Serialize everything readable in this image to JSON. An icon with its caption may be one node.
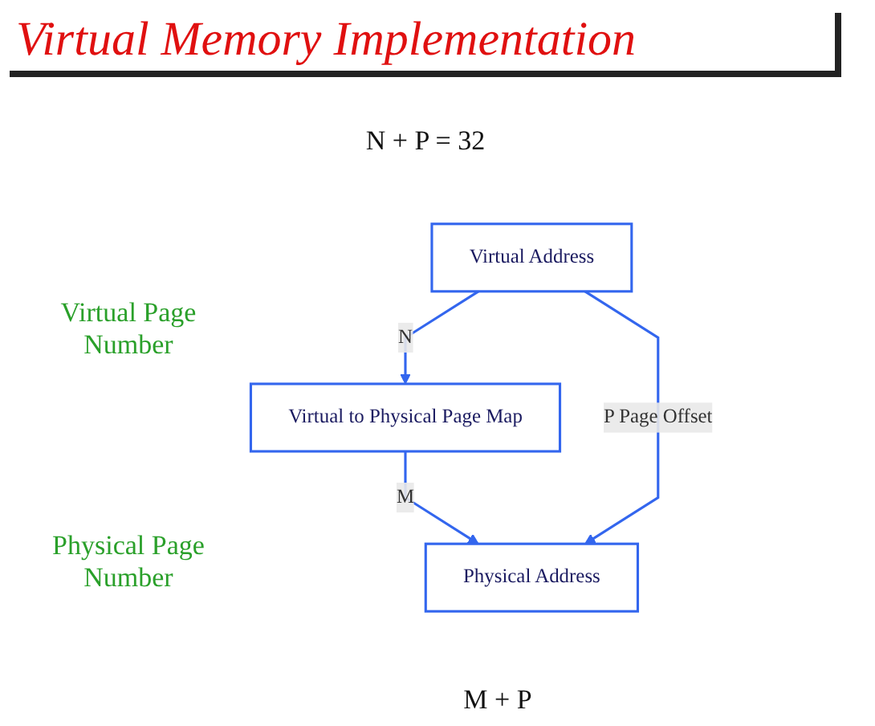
{
  "diagram": {
    "title": "Virtual Memory Implementation",
    "nodes": [
      {
        "text": [
          "Virtual Address"
        ]
      },
      {
        "text": [
          "Virtual to Physical Page Map"
        ]
      },
      {
        "text": [
          "Physical Address"
        ]
      }
    ],
    "edges": [
      {
        "from": 0,
        "to": 1,
        "arrow": "to",
        "label": "N"
      },
      {
        "from": 1,
        "to": 2,
        "arrow": "to",
        "label": "M"
      },
      {
        "from": 0,
        "to": 2,
        "arrow": "to",
        "label": "P Page Offset"
      }
    ],
    "labels": [
      "N + P = 32",
      "Virtual Page Number",
      "Physical Page Number",
      "M + P"
    ]
  }
}
